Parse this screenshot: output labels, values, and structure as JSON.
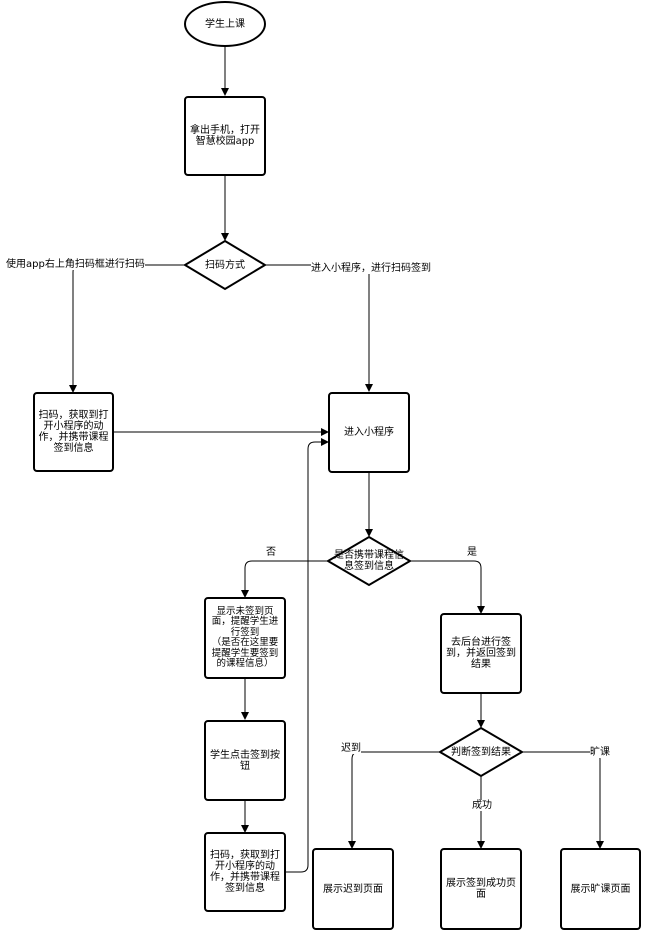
{
  "nodes": {
    "start": "学生上课",
    "take_phone": "拿出手机，打开\n智慧校园app",
    "scan_method": "扫码方式",
    "scan_app": "扫码，获取到打\n开小程序的动\n作，并携带课程\n签到信息",
    "enter_mini": "进入小程序",
    "has_info": "是否携带课程信\n息签到信息",
    "show_unsigned": "显示未签到页\n面，提醒学生进\n行签到\n（是否在这里要\n提醒学生要签到\n的课程信息）",
    "click_sign": "学生点击签到按\n钮",
    "scan_again": "扫码，获取到打\n开小程序的动\n作，并携带课程\n签到信息",
    "backend": "去后台进行签\n到，并返回签到\n结果",
    "judge": "判断签到结果",
    "late_page": "展示迟到页面",
    "success_page": "展示签到成功页\n面",
    "absent_page": "展示旷课页面"
  },
  "edge_labels": {
    "app_scan": "使用app右上角扫码框进行扫码",
    "mini_scan": "进入小程序，进行扫码签到",
    "no": "否",
    "yes": "是",
    "late": "迟到",
    "success": "成功",
    "absent": "旷课"
  }
}
